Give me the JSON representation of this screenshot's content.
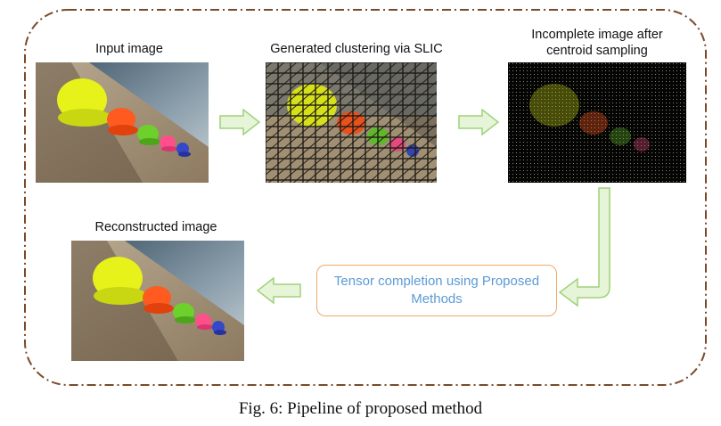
{
  "nodes": {
    "input": {
      "label": "Input image"
    },
    "clustering": {
      "label": "Generated clustering via SLIC"
    },
    "incomplete": {
      "label_line1": "Incomplete image after",
      "label_line2": "centroid sampling"
    },
    "reconstructed": {
      "label": "Reconstructed image"
    },
    "completion": {
      "line1": "Tensor completion using Proposed",
      "line2": "Methods"
    }
  },
  "caption": "Fig. 6: Pipeline of proposed method",
  "colors": {
    "frame_border": "#7a4a2a",
    "arrow_fill": "#e6f4d7",
    "arrow_stroke": "#9fd27c",
    "box_border": "#f0a868",
    "box_text": "#5b9bd5"
  }
}
